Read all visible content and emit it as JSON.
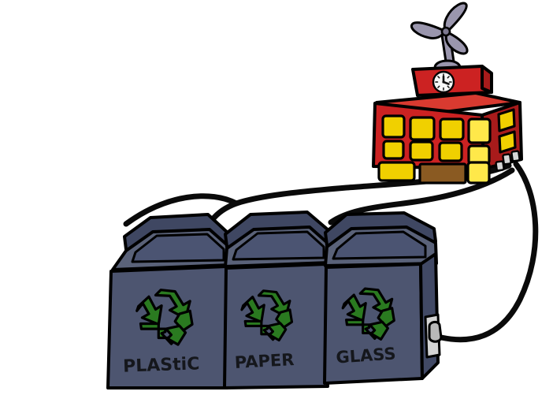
{
  "illustration": {
    "title": "Recycling bins connected by cables to a wind-powered building",
    "background_color": "#ffffff",
    "outline_color": "#000000"
  },
  "building": {
    "name": "power-station-building",
    "body_color": "#cc2222",
    "body_shadow_color": "#a81b1b",
    "body_light_color": "#d93a30",
    "window_color": "#f0d000",
    "window_highlight_color": "#ffe84a",
    "door_color": "#8a5a22",
    "roof_box_color": "#cc2222",
    "front_windows_row1": 4,
    "front_windows_row2": 4,
    "front_windows_row3": 2,
    "side_windows": 3,
    "door_count": 1,
    "clock": {
      "name": "roof-clock",
      "face_color": "#f7f7f7",
      "hand_color": "#111111",
      "hour_marks": 12
    }
  },
  "wind_turbine": {
    "name": "wind-turbine",
    "blade_color": "#9a96ad",
    "blade_shadow_color": "#7c7890",
    "mast_color": "#9a96ad",
    "blade_count": 3
  },
  "cables": {
    "name": "power-cables",
    "color": "#0a0a0a",
    "count": 3,
    "stroke_width": 7,
    "targets": [
      "plastic-bin",
      "paper-bin",
      "glass-bin"
    ]
  },
  "plug": {
    "name": "cable-plug",
    "color": "#d5d5d5",
    "shadow_color": "#a9a9a9"
  },
  "bins": [
    {
      "id": "plastic-bin",
      "label": "PLAStiC",
      "body_color": "#4d5570",
      "body_shade_color": "#414965",
      "lid_top_color": "#3f4762",
      "lid_face_color": "#5a6279",
      "lid_side_color": "#343c56",
      "recycle_symbol_color": "#2a7a20",
      "label_color": "#15171c"
    },
    {
      "id": "paper-bin",
      "label": "PAPER",
      "body_color": "#4d5570",
      "body_shade_color": "#414965",
      "lid_top_color": "#3f4762",
      "lid_face_color": "#5a6279",
      "lid_side_color": "#343c56",
      "recycle_symbol_color": "#2a7a20",
      "label_color": "#15171c"
    },
    {
      "id": "glass-bin",
      "label": "GLASS",
      "body_color": "#4d5570",
      "body_shade_color": "#414965",
      "lid_top_color": "#3f4762",
      "lid_face_color": "#5a6279",
      "lid_side_color": "#343c56",
      "recycle_symbol_color": "#2a7a20",
      "label_color": "#15171c",
      "has_plug": true
    }
  ]
}
